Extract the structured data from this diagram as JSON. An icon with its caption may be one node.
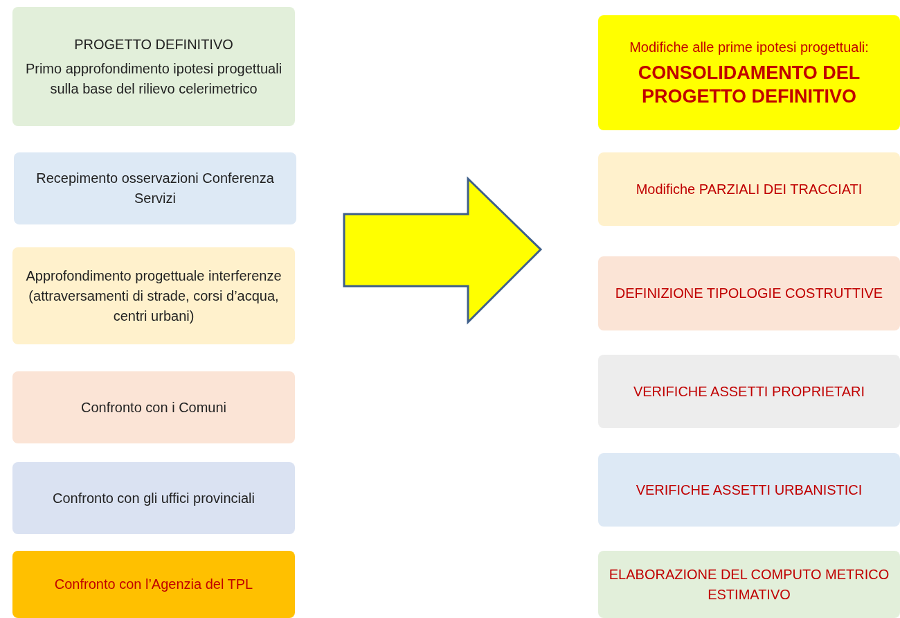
{
  "diagram": {
    "nodes": [
      {
        "text": [
          "PROGETTO DEFINITIVO",
          "Primo approfondimento ipotesi progettuali sulla base del rilievo celerimetrico"
        ]
      },
      {
        "text": [
          "Recepimento osservazioni Conferenza Servizi"
        ]
      },
      {
        "text": [
          "Approfondimento progettuale interferenze (attraversamenti di strade, corsi d’acqua, centri urbani)"
        ]
      },
      {
        "text": [
          "Confronto con i Comuni"
        ]
      },
      {
        "text": [
          "Confronto con gli uffici provinciali"
        ]
      },
      {
        "text": [
          "Confronto con l’Agenzia del TPL"
        ]
      },
      {
        "text": [
          "Modifiche alle prime ipotesi progettuali:",
          "CONSOLIDAMENTO DEL PROGETTO DEFINITIVO"
        ]
      },
      {
        "text": [
          "Modifiche PARZIALI DEI TRACCIATI"
        ]
      },
      {
        "text": [
          "DEFINIZIONE TIPOLOGIE COSTRUTTIVE"
        ]
      },
      {
        "text": [
          "VERIFICHE ASSETTI PROPRIETARI"
        ]
      },
      {
        "text": [
          "VERIFICHE ASSETTI URBANISTICI"
        ]
      },
      {
        "text": [
          "ELABORAZIONE DEL COMPUTO METRICO ESTIMATIVO"
        ]
      }
    ]
  }
}
